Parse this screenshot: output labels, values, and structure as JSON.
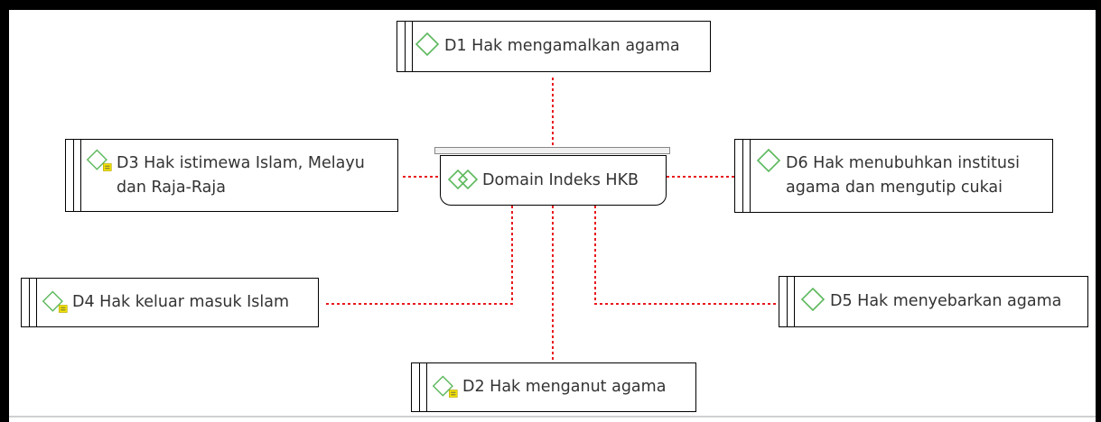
{
  "diagram": {
    "center": {
      "label": "Domain Indeks HKB"
    },
    "nodes": [
      {
        "id": "d1",
        "label": "D1 Hak mengamalkan agama",
        "has_note": false
      },
      {
        "id": "d2",
        "label": "D2 Hak menganut agama",
        "has_note": true
      },
      {
        "id": "d3",
        "label": "D3 Hak istimewa Islam, Melayu dan Raja-Raja",
        "has_note": true
      },
      {
        "id": "d4",
        "label": "D4 Hak keluar masuk Islam",
        "has_note": true
      },
      {
        "id": "d5",
        "label": "D5 Hak menyebarkan agama",
        "has_note": false
      },
      {
        "id": "d6",
        "label": "D6 Hak menubuhkan institusi agama dan mengutip cukai",
        "has_note": false
      }
    ],
    "colors": {
      "connector": "#e8191e",
      "diamond": "#5cb85c",
      "note": "#f5e400",
      "text": "#333333"
    },
    "icons": [
      "diamond-icon",
      "double-diamond-icon",
      "note-icon"
    ]
  }
}
